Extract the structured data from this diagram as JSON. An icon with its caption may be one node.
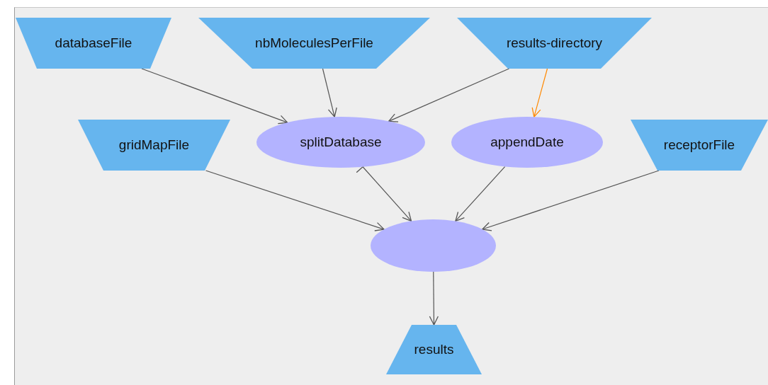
{
  "diagram": {
    "nodes": [
      {
        "text": [
          "databaseFile"
        ]
      },
      {
        "text": [
          "nbMoleculesPerFile"
        ]
      },
      {
        "text": [
          "results-directory"
        ]
      },
      {
        "text": [
          "gridMapFile"
        ]
      },
      {
        "text": [
          "splitDatabase"
        ]
      },
      {
        "text": [
          "appendDate"
        ]
      },
      {
        "text": [
          "receptorFile"
        ]
      },
      {
        "text": [],
        "shape": "ellipse"
      },
      {
        "text": [
          "results"
        ]
      }
    ],
    "edges": [
      {
        "from": 0,
        "to": 4,
        "arrow": "to"
      },
      {
        "from": 1,
        "to": 4,
        "arrow": "to"
      },
      {
        "from": 2,
        "to": 4,
        "arrow": "to"
      },
      {
        "from": 2,
        "to": 5,
        "arrow": "to",
        "color": "#ff8800"
      },
      {
        "from": 3,
        "to": 7,
        "arrow": "to"
      },
      {
        "from": 4,
        "to": 7,
        "arrow": "to"
      },
      {
        "from": 5,
        "to": 7,
        "arrow": "to"
      },
      {
        "from": 6,
        "to": 7,
        "arrow": "to"
      },
      {
        "from": 7,
        "to": 8,
        "arrow": "to"
      }
    ]
  }
}
